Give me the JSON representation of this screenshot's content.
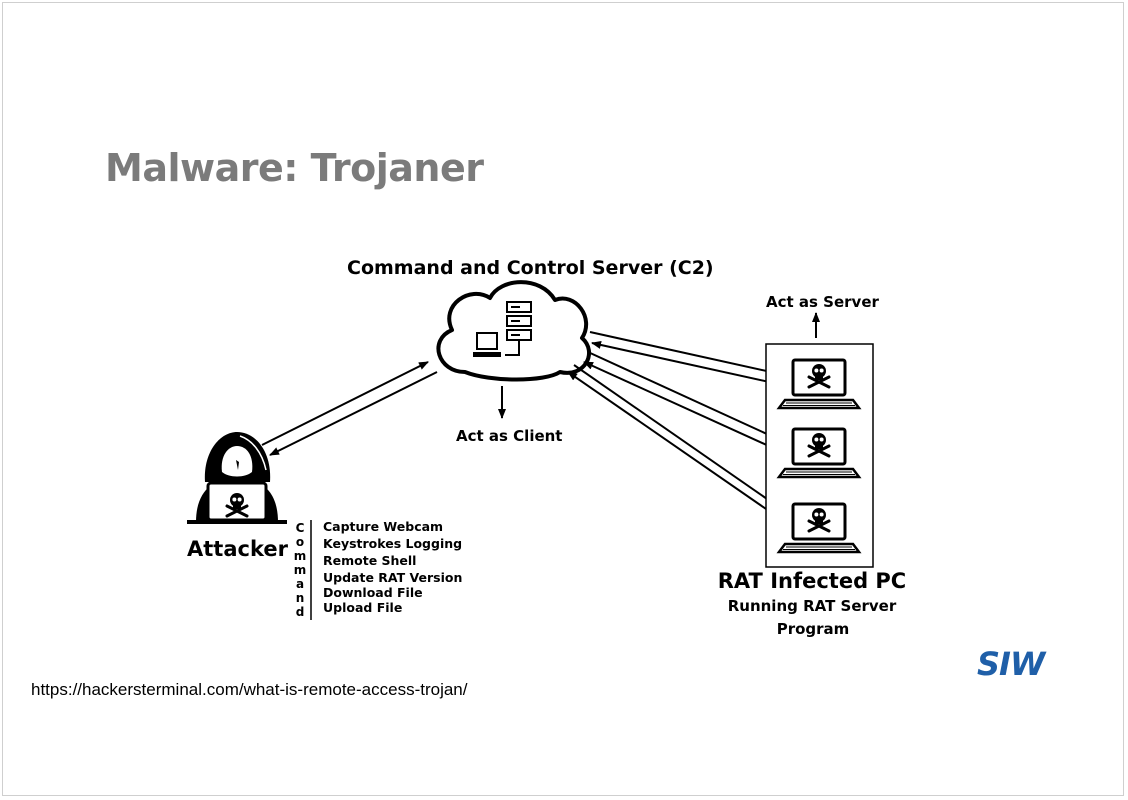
{
  "slide": {
    "title": "Malware: Trojaner",
    "source_url": "https://hackersterminal.com/what-is-remote-access-trojan/",
    "logo_text": "SIW"
  },
  "diagram": {
    "c2_label": "Command and Control Server (C2)",
    "client_label": "Act as Client",
    "server_label": "Act as Server",
    "attacker_label": "Attacker",
    "infected_label": "RAT Infected PC",
    "infected_sub1": "Running RAT Server",
    "infected_sub2": "Program",
    "command_letters": [
      "C",
      "o",
      "m",
      "m",
      "a",
      "n",
      "d"
    ],
    "commands": [
      "Capture Webcam",
      "Keystrokes Logging",
      "Remote Shell",
      "Update RAT Version",
      "Download File",
      "Upload File"
    ]
  },
  "colors": {
    "title": "#7b7b7b",
    "logo": "#1f5fa8",
    "ink": "#000000"
  }
}
